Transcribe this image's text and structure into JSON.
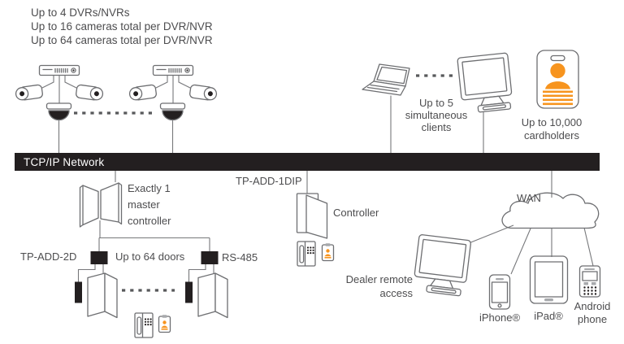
{
  "colors": {
    "accent_orange": "#F7941E",
    "bar_black": "#231F20",
    "line_gray": "#6D6E71",
    "text_gray": "#4D4D4F"
  },
  "network": {
    "bar_label": "TCP/IP Network"
  },
  "annotations": {
    "dvr_limits": {
      "line1": "Up to 4 DVRs/NVRs",
      "line2": "Up to 16 cameras total per DVR/NVR",
      "line3": "Up to 64 cameras total per DVR/NVR"
    },
    "clients": {
      "line1": "Up to 5",
      "line2": "simultaneous",
      "line3": "clients"
    },
    "cardholders": {
      "line1": "Up to 10,000",
      "line2": "cardholders"
    },
    "master_controller": {
      "line1": "Exactly 1",
      "line2": "master",
      "line3": "controller"
    },
    "tp_add_1dip": "TP-ADD-1DIP",
    "controller": "Controller",
    "tp_add_2d": "TP-ADD-2D",
    "doors": "Up to 64 doors",
    "rs485": "RS-485",
    "wan": "WAN",
    "dealer": {
      "line1": "Dealer remote",
      "line2": "access"
    },
    "iphone": "iPhone®",
    "ipad": "iPad®",
    "android": {
      "line1": "Android",
      "line2": "phone"
    }
  },
  "icons": {
    "dvr": "dvr-icon",
    "bullet_camera": "bullet-camera-icon",
    "dome_camera": "dome-camera-icon",
    "laptop": "laptop-icon",
    "desktop_monitor": "desktop-monitor-icon",
    "id_card": "id-card-icon",
    "master_enclosure": "master-controller-enclosure-icon",
    "controller_enclosure": "controller-enclosure-icon",
    "door": "door-icon",
    "reader": "card-reader-icon",
    "io_module": "io-module-icon",
    "intercom": "intercom-icon",
    "badge": "badge-icon",
    "wan_cloud": "wan-cloud-icon",
    "iphone": "iphone-icon",
    "ipad": "ipad-icon",
    "android_phone": "android-phone-icon"
  }
}
